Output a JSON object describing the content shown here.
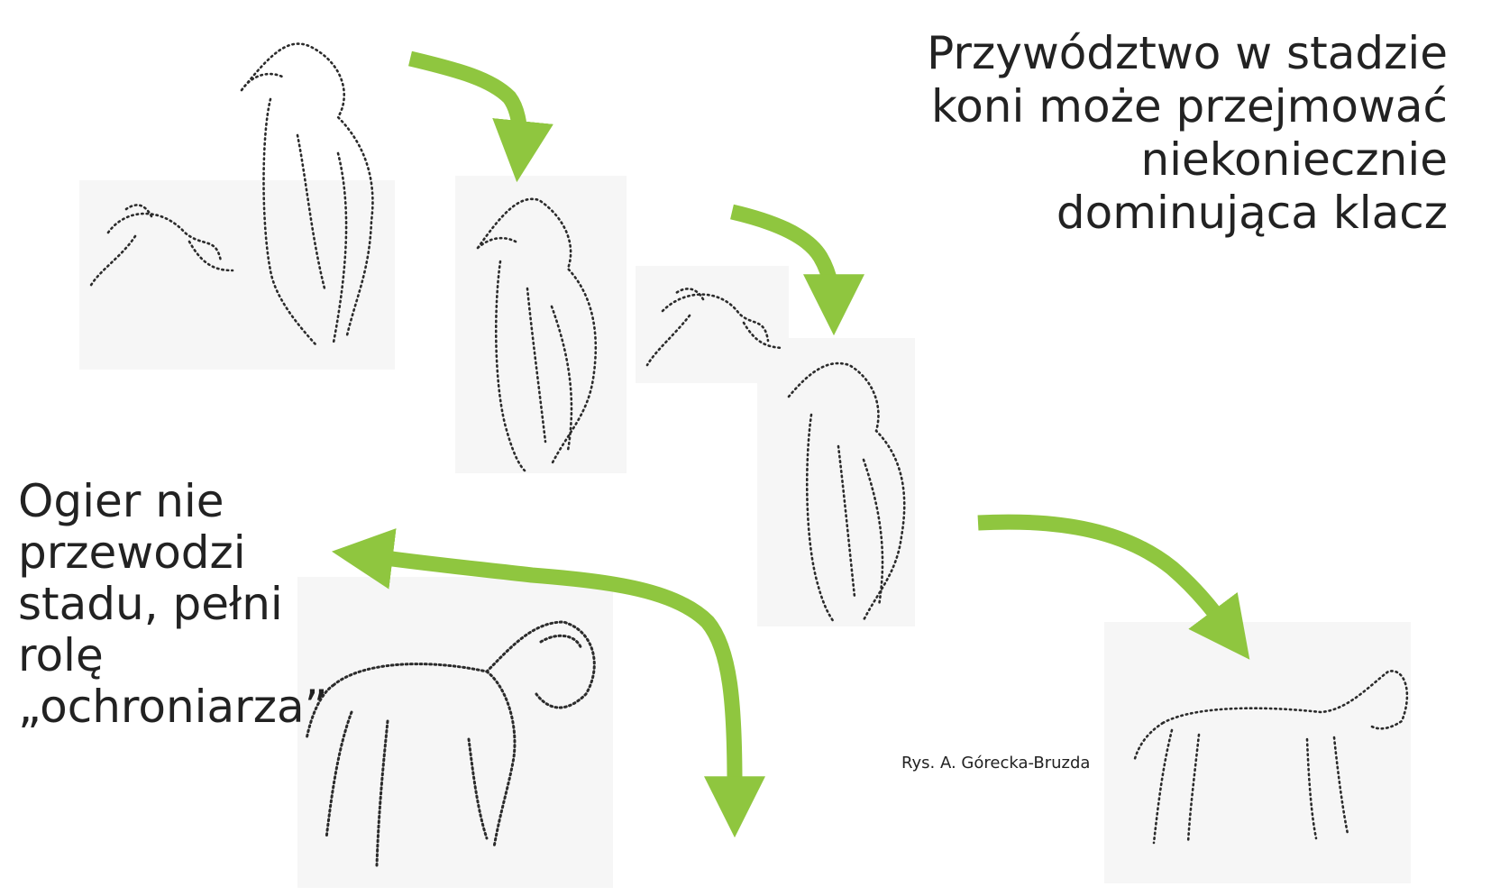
{
  "texts": {
    "leadership_lines": [
      "Przywództwo w stadzie",
      "koni może przejmować",
      "niekoniecznie",
      "dominująca klacz"
    ],
    "stallion_lines": [
      "Ogier nie",
      "przewodzi",
      "stadu, pełni",
      "rolę",
      "„ochroniarza”"
    ],
    "credit": "Rys. A. Górecka-Bruzda"
  },
  "colors": {
    "arrow": "#8fc63f",
    "sketch": "#2b2b2b",
    "text": "#222222"
  },
  "icons": [
    "mare-foal-sketch",
    "mare-sketch",
    "foal-sketch",
    "grazing-horse-sketch",
    "stallion-sketch",
    "curved-arrow"
  ]
}
